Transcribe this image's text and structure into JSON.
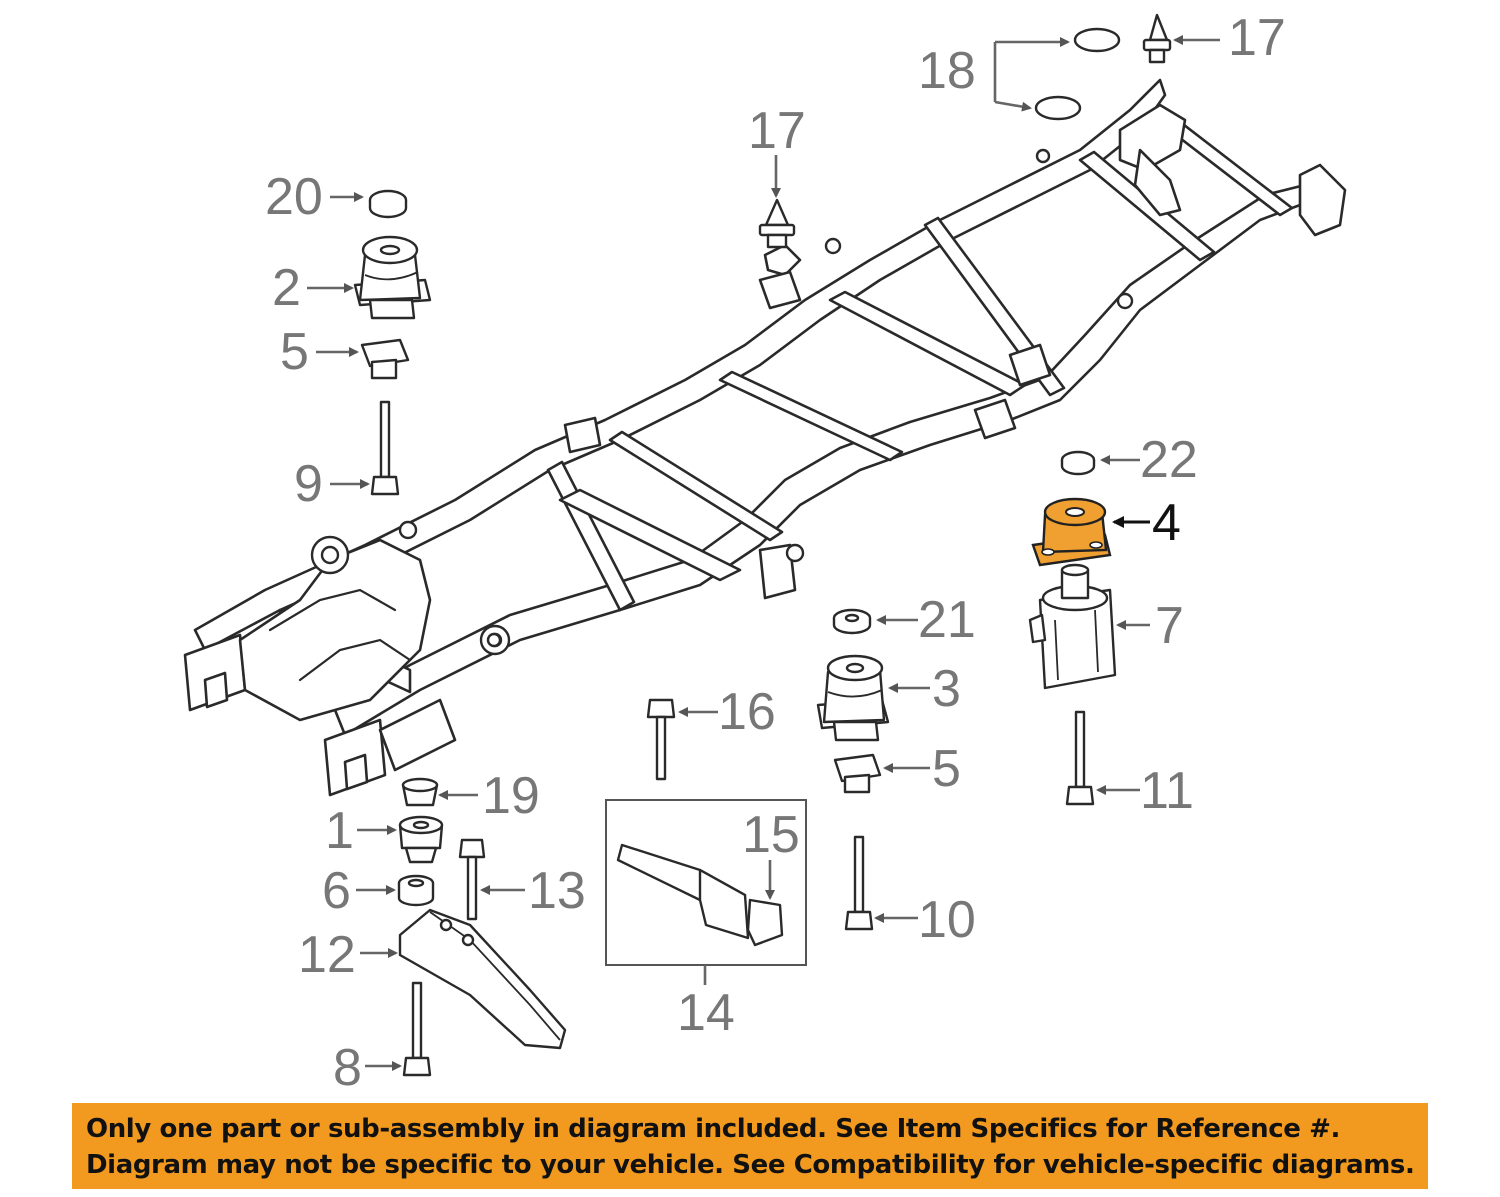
{
  "callouts": {
    "c1": "1",
    "c2": "2",
    "c3": "3",
    "c4": "4",
    "c5a": "5",
    "c5b": "5",
    "c6": "6",
    "c7": "7",
    "c8": "8",
    "c9": "9",
    "c10": "10",
    "c11": "11",
    "c12": "12",
    "c13": "13",
    "c14": "14",
    "c15": "15",
    "c16": "16",
    "c17a": "17",
    "c17b": "17",
    "c18": "18",
    "c19": "19",
    "c20": "20",
    "c21": "21",
    "c22": "22"
  },
  "highlight": {
    "part": "4",
    "color": "#f0a030"
  },
  "notice": {
    "line1": "Only one part or sub-assembly in diagram included. See Item Specifics for Reference #.",
    "line2": "Diagram may not be specific to your vehicle. See Compatibility for vehicle-specific diagrams.",
    "background": "#f29a1f"
  }
}
